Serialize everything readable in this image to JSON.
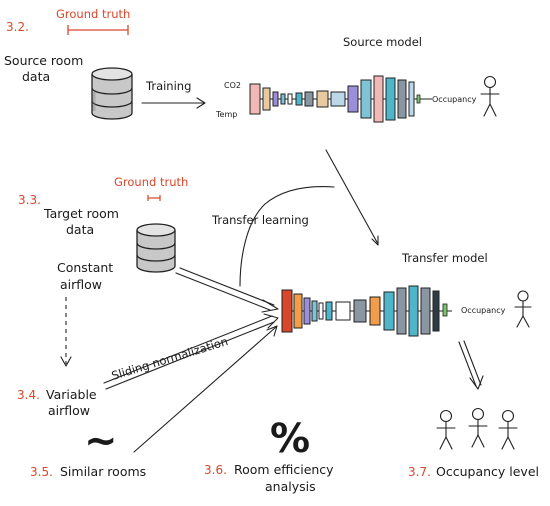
{
  "labels": {
    "sec_32": "3.2.",
    "ground_truth_top": "Ground truth",
    "source_room_line1": "Source room",
    "source_room_line2": "data",
    "training": "Training",
    "co2": "CO2",
    "temp": "Temp",
    "source_model": "Source model",
    "occupancy_top": "Occupancy",
    "sec_33": "3.3.",
    "ground_truth_mid": "Ground truth",
    "target_room_line1": "Target room",
    "target_room_line2": "data",
    "constant_line1": "Constant",
    "constant_line2": "airflow",
    "transfer_learning": "Transfer learning",
    "transfer_model": "Transfer model",
    "occupancy_bottom": "Occupancy",
    "sliding_normalization": "Sliding normalization",
    "sec_34": "3.4.",
    "variable_line1": "Variable",
    "variable_line2": "airflow",
    "tilde": "~",
    "sec_35": "3.5.",
    "similar_rooms": "Similar rooms",
    "percent": "%",
    "sec_36": "3.6.",
    "room_efficiency_line1": "Room efficiency",
    "room_efficiency_line2": "analysis",
    "sec_37": "3.7.",
    "occupancy_level": "Occupancy level"
  },
  "colors": {
    "accent_red": "#d9472b",
    "ink": "#222222",
    "layer_pink": "#f2b8b5",
    "layer_orange": "#f39c4a",
    "layer_purple": "#9b8fd9",
    "layer_blue": "#7ec3d6",
    "layer_teal": "#4fb5c9",
    "layer_gray": "#8a97a3",
    "layer_green": "#7cc36b",
    "layer_tan": "#e8c9a0",
    "layer_lightblue": "#bcd6ea"
  }
}
